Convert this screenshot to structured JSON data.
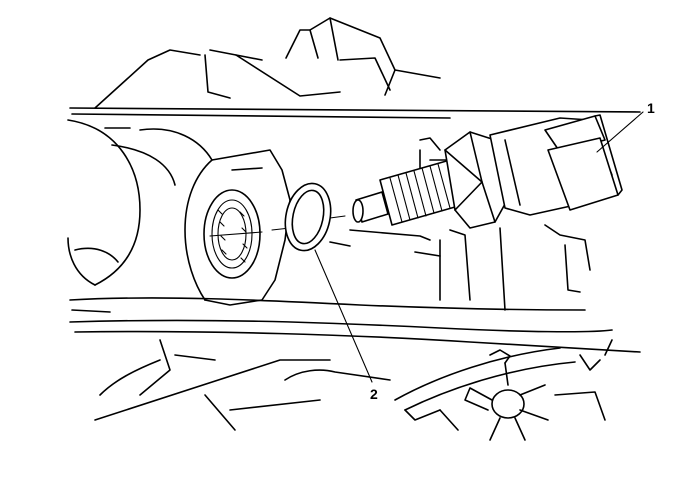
{
  "callouts": [
    {
      "label": "1",
      "part": "sensor"
    },
    {
      "label": "2",
      "part": "seal-ring"
    }
  ]
}
